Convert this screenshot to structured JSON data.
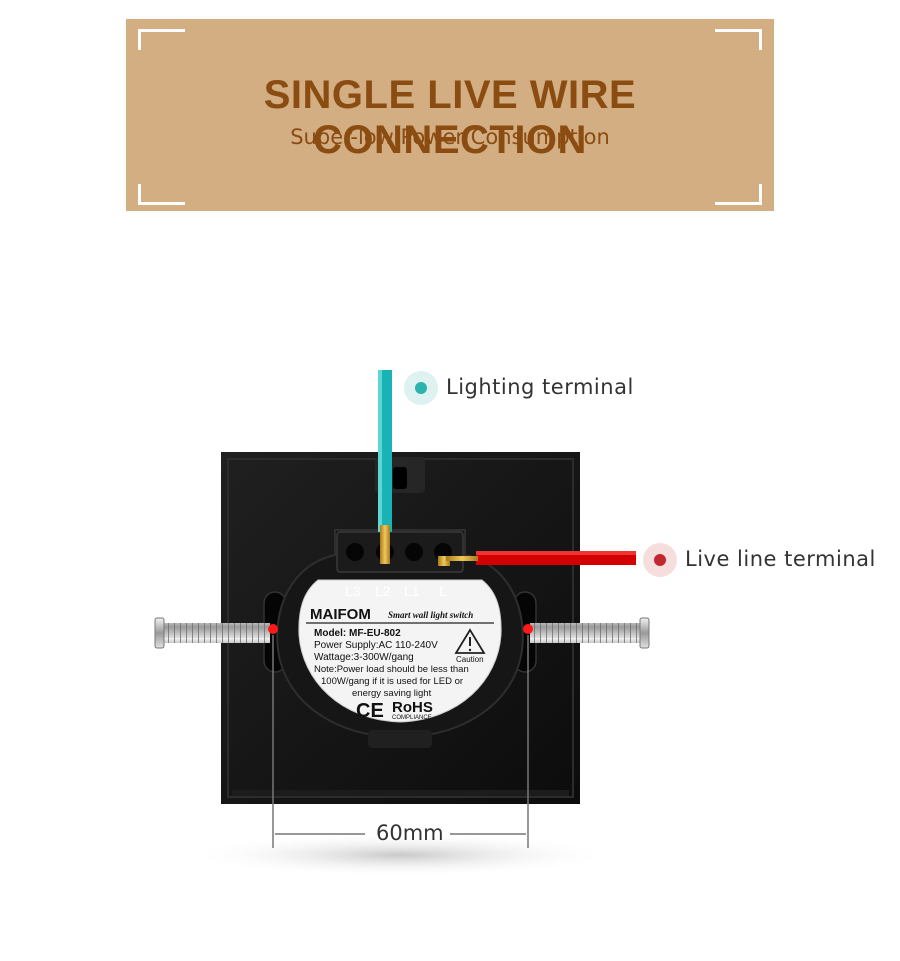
{
  "banner": {
    "title": "SINGLE LIVE WIRE CONNECTION",
    "subtitle": "Super-low Power Consumption"
  },
  "callouts": {
    "lighting": "Lighting terminal",
    "live": "Live line terminal"
  },
  "terminals": [
    "L3",
    "L2",
    "L1",
    "L"
  ],
  "label": {
    "brand": "MAIFOM",
    "tagline": "Smart wall light switch",
    "model": "Model: MF-EU-802",
    "power_supply": "Power Supply:AC 110-240V",
    "wattage": "Wattage:3-300W/gang",
    "note_line1": "Note:Power load should be less than",
    "note_line2": "100W/gang if it is used for LED or",
    "note_line3": "energy saving light",
    "caution": "Caution",
    "ce": "CE",
    "rohs": "RoHS",
    "compliance": "COMPLIANCE"
  },
  "dimension": "60mm",
  "colors": {
    "banner_bg": "#d2ae82",
    "banner_text": "#8b4c12",
    "wire_teal": "#17b3b5",
    "wire_red": "#d40000",
    "panel": "#111111"
  }
}
